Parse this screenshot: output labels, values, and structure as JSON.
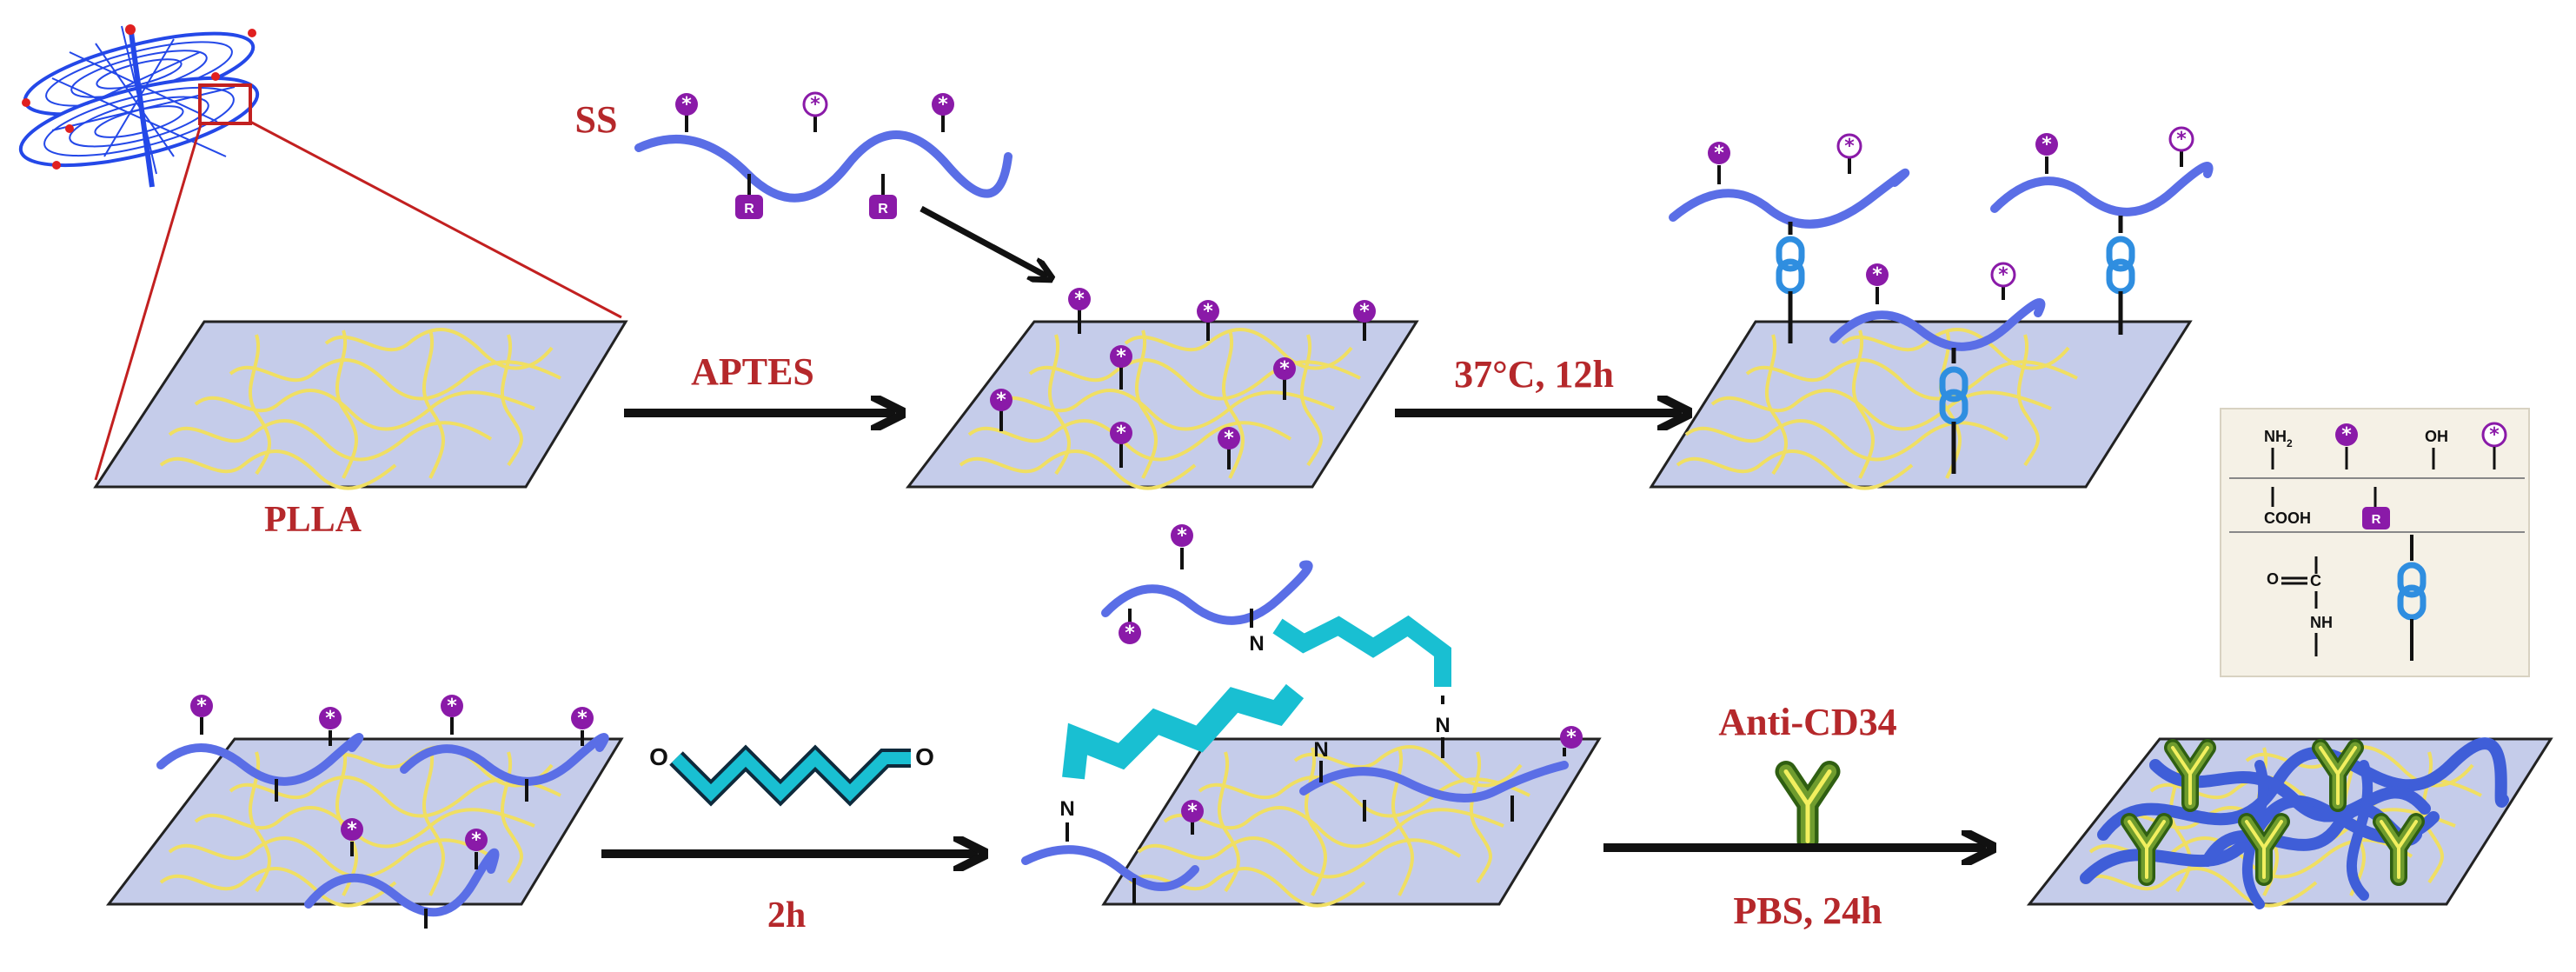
{
  "labels": {
    "ss": "SS",
    "plla": "PLLA",
    "aptes": "APTES",
    "cond1": "37°C, 12h",
    "time2": "2h",
    "anti": "Anti-CD34",
    "pbs": "PBS, 24h"
  },
  "symbols": {
    "star": "*",
    "r": "R",
    "n": "N",
    "o": "O"
  },
  "legend": {
    "nh2": "NH",
    "nh2_sub": "2",
    "oh": "OH",
    "cooh": "COOH",
    "r": "R",
    "carbonyl_o": "O",
    "carbonyl_c": "C",
    "nh": "NH"
  },
  "colors": {
    "label_red": "#b5282b",
    "substrate_fill": "#c5ccea",
    "fiber_yellow": "#f0df62",
    "chain_blue": "#5a6ee6",
    "purple": "#8a1aa8",
    "chain_link_blue": "#2f8ee0",
    "linker_cyan": "#19bfd2",
    "antibody_green": "#5a8f2a",
    "antibody_yellow": "#f2ef5e",
    "legend_bg": "#f5f1e6"
  }
}
